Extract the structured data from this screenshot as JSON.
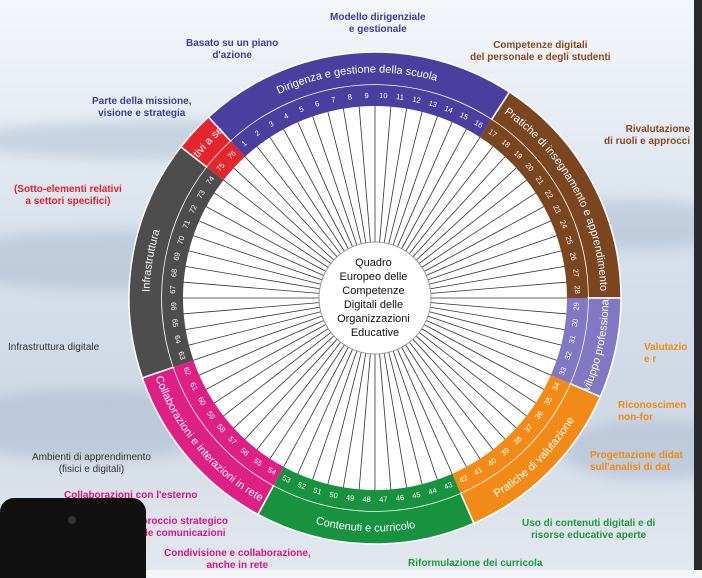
{
  "center_title": [
    "Quadro",
    "Europeo delle",
    "Competenze",
    "Digitali delle",
    "Organizzazioni",
    "Educative"
  ],
  "sectors": [
    {
      "name": "Dirigenza e gestione della scuola",
      "color": "#4a3f9f",
      "start": 1,
      "end": 16
    },
    {
      "name": "Pratiche di insegnamento e apprendimento",
      "color": "#7b4520",
      "start": 17,
      "end": 28
    },
    {
      "name": "Sviluppo professionale",
      "color": "#8177c3",
      "start": 29,
      "end": 33
    },
    {
      "name": "Pratiche di valutazione",
      "color": "#f28a17",
      "start": 34,
      "end": 42
    },
    {
      "name": "Contenuti e curricolo",
      "color": "#17923f",
      "start": 43,
      "end": 53
    },
    {
      "name": "Collaborazioni e interazioni in rete",
      "color": "#de1f83",
      "start": 54,
      "end": 62
    },
    {
      "name": "Infrastruttura",
      "color": "#4d4d4d",
      "start": 63,
      "end": 74
    },
    {
      "name": "(Elementi relativi a settori specifici)",
      "color": "#e3262c",
      "start": 75,
      "end": 76
    }
  ],
  "annotations": {
    "modello": "Modello dirigenziale\ne gestionale",
    "basato": "Basato su un piano\nd'azione",
    "missione": "Parte della missione,\nvisione e strategia",
    "sotto": "(Sotto-elementi relativi\na settori specifici)",
    "competenze": "Competenze digitali\ndel personale e degli studenti",
    "rivalutazione": "Rivalutazione\ndi ruoli e approcci",
    "valutazione": "Valutazio\ne r",
    "riconoscimento": "Riconoscimen\nnon-for",
    "progettazione": "Progettazione didat\nsull'analisi di dat",
    "infrastruttura": "Infrastruttura digitale",
    "ambienti": "Ambienti di apprendimento\n(fisici e digitali)",
    "collaborazioni": "Collaborazioni con l'esterno",
    "approccio": "Approccio strategico\nnelle comunicazioni",
    "condivisione": "Condivisione e collaborazione,\nanche in rete",
    "uso": "Uso di contenuti digitali e di\nrisorse educative aperte",
    "riformulazione": "Riformulazione dei curricola"
  }
}
